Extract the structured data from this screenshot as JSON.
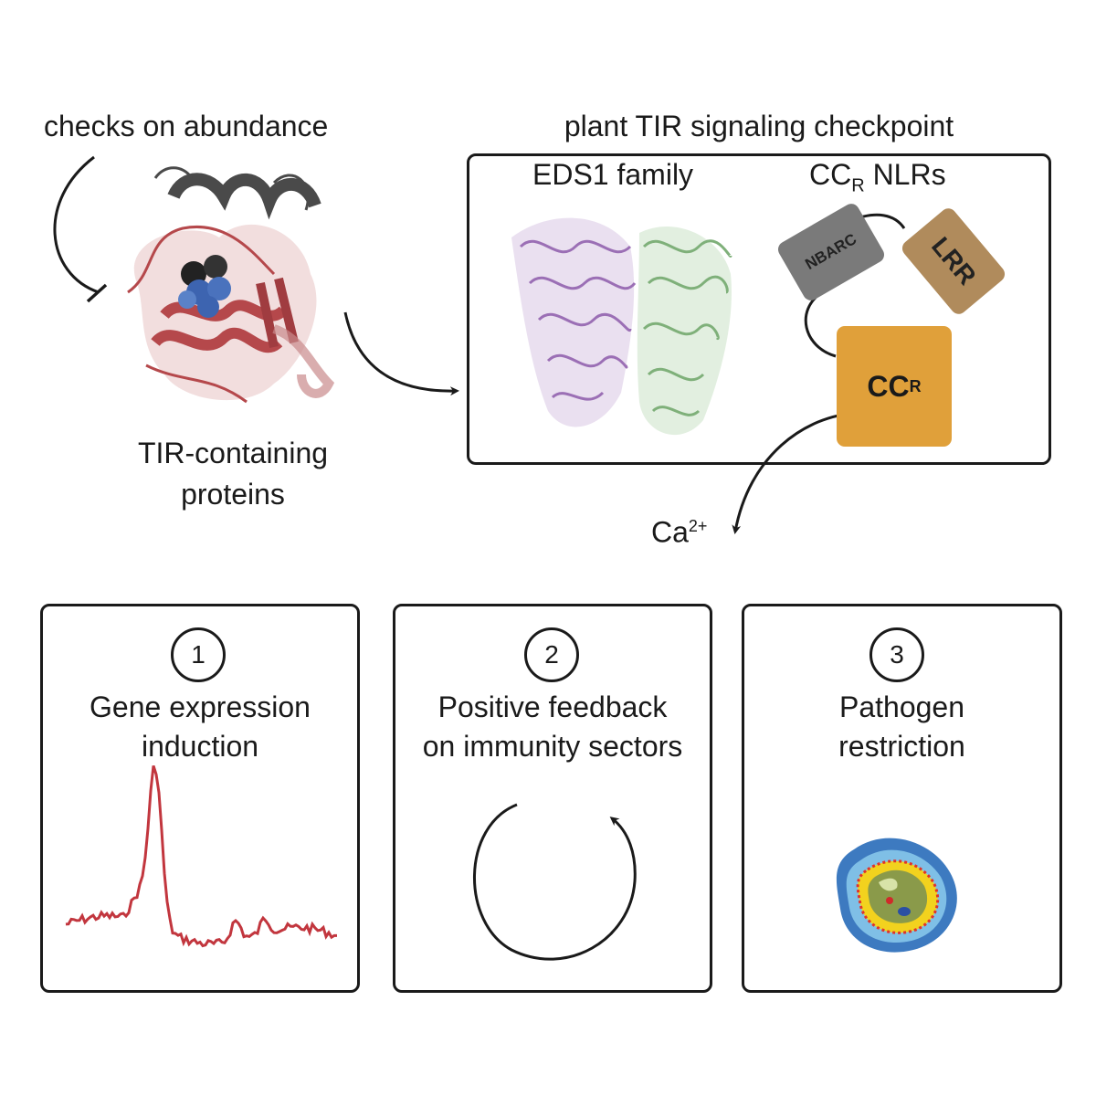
{
  "top": {
    "checks_label": "checks on abundance",
    "tir_label_line1": "TIR-containing",
    "tir_label_line2": "proteins",
    "checkpoint_title": "plant TIR signaling checkpoint",
    "eds1_label": "EDS1 family",
    "ccr_nlrs_main": "CC",
    "ccr_nlrs_sub": "R",
    "ccr_nlrs_tail": " NLRs",
    "nbarc": "NBARC",
    "lrr": "LRR",
    "ccr_main": "CC",
    "ccr_sub": "R",
    "calcium_main": "Ca",
    "calcium_sup": "2+"
  },
  "panels": [
    {
      "number": "1",
      "line1": "Gene expression",
      "line2": "induction"
    },
    {
      "number": "2",
      "line1": "Positive feedback",
      "line2": "on immunity sectors"
    },
    {
      "number": "3",
      "line1": "Pathogen",
      "line2": "restriction"
    }
  ],
  "colors": {
    "tir_protein": "#b5484b",
    "tir_helix_dark": "#4a4a4a",
    "ligand": "#3d64b0",
    "eds1": "#9b6fb5",
    "partner": "#7fb07a",
    "nbarc": "#7a7a7a",
    "lrr": "#b08b5c",
    "ccr": "#e0a03a",
    "trace": "#c2363e"
  }
}
